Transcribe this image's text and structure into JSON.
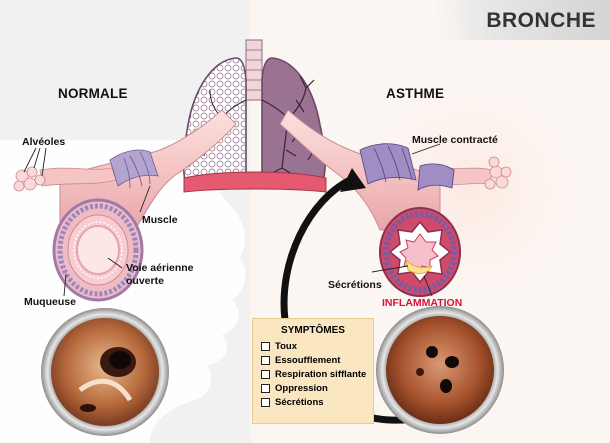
{
  "title": "BRONCHE",
  "normal": {
    "heading": "NORMALE",
    "alveoles": "Alvéoles",
    "muscle": "Muscle",
    "voie_line1": "Voie aérienne",
    "voie_line2": "ouverte",
    "muqueuse": "Muqueuse"
  },
  "asthma": {
    "heading": "ASTHME",
    "muscle_contracte": "Muscle contracté",
    "secretions": "Sécrétions",
    "inflammation": "INFLAMMATION"
  },
  "symptoms": {
    "title": "SYMPTÔMES",
    "items": [
      "Toux",
      "Essoufflement",
      "Respiration sifflante",
      "Oppression",
      "Sécrétions"
    ]
  },
  "colors": {
    "pink_tissue": "#f4c6c6",
    "muscle_purple": "#a89ac6",
    "lung_dark": "#9a7292",
    "inflammation_red": "#d4143c",
    "symptom_box": "#fbe6c2"
  }
}
